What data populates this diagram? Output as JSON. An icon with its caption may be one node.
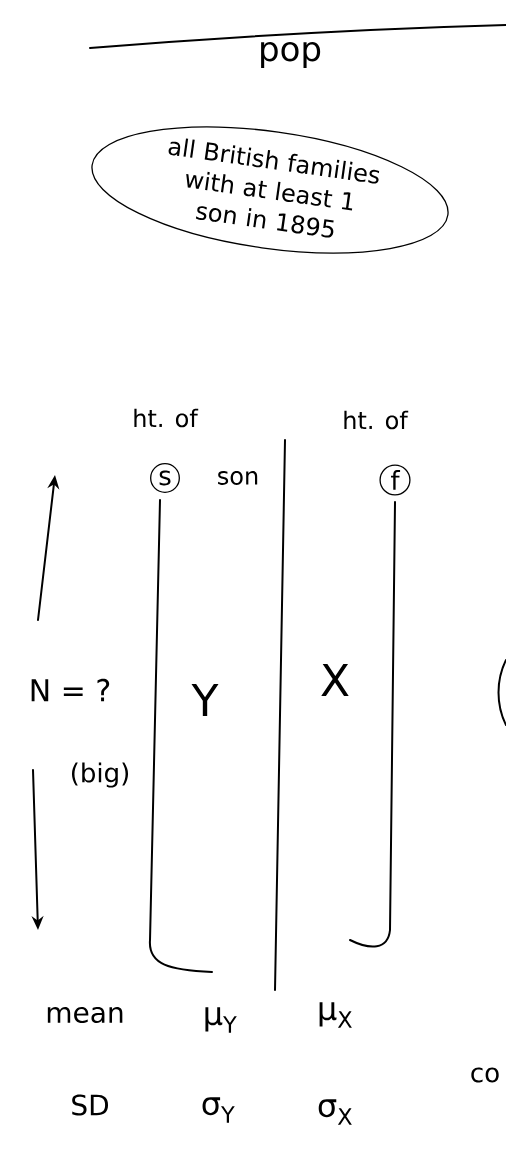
{
  "diagram": {
    "title": "pop",
    "nodes": [
      {
        "text": [
          "all British families with at least 1 son in 1895"
        ]
      },
      {
        "text": [
          "s"
        ],
        "beside": [
          "ht. of",
          "son"
        ]
      },
      {
        "text": [
          "f"
        ],
        "beside": [
          "ht. of"
        ]
      }
    ],
    "labels": [
      "N = ?",
      "(big)",
      "Y",
      "X",
      "mean",
      "μ$_{Y}$",
      "μ$_{X}$",
      "SD",
      "σ$_{Y}$",
      "σ$_{X}$",
      "co"
    ]
  }
}
